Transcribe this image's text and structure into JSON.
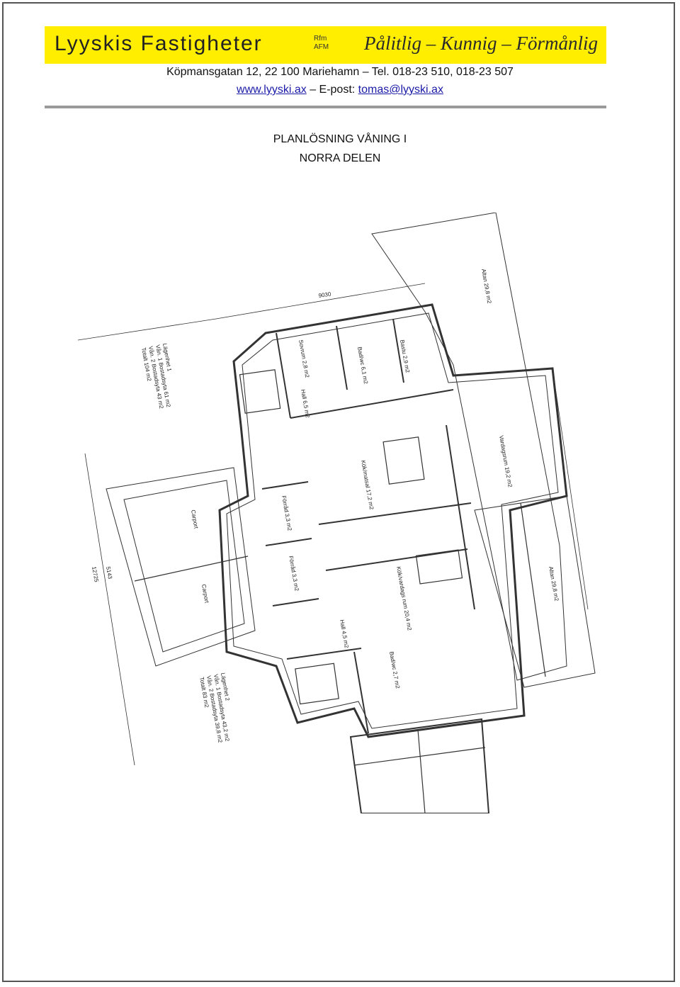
{
  "header": {
    "logo_text": "Lyyskis Fastigheter",
    "rfm_line1": "Rfm",
    "rfm_line2": "AFM",
    "slogan": "Pålitlig – Kunnig – Förmånlig",
    "address": "Köpmansgatan 12, 22 100 Mariehamn – Tel. 018-23 510, 018-23 507",
    "website": "www.lyyski.ax",
    "email_label": "– E-post:",
    "email": "tomas@lyyski.ax"
  },
  "document": {
    "title_line1": "PLANLÖSNING VÅNING I",
    "title_line2": "NORRA DELEN"
  },
  "plan": {
    "labels": {
      "altan_top": "Altan 29,8 m2",
      "altan_right": "Altan 29,8 m2",
      "vardagsrum": "Vardagsrum 19,2 m2",
      "kok_matsal": "Kök/matsal 17,2 m2",
      "kok_vardagsrum": "Kök/vardags rum 20,4 m2",
      "carport1": "Carport",
      "carport2": "Carport",
      "forrad1": "Förråd 3,3 m2",
      "forrad2": "Förråd 3,3 m2",
      "hall1": "Hall 6,5 m2",
      "hall2": "Hall 4,5 m2",
      "bad1": "Bad/wc 6,1 m2",
      "bad2": "Bad/wc 2,7 m2",
      "bastu": "Bastu 2,9 m2",
      "sov1": "Sovrum 2,8 m2",
      "lagenhet1": "Lägenhet 1",
      "lagenhet1_v1": "Vån. 1 Bostadsyta 61 m2",
      "lagenhet1_v2": "Vån. 2 Bostadsyta 43 m2",
      "lagenhet1_tot": "Totalt 104 m2",
      "lagenhet2": "Lägenhet 2",
      "lagenhet2_v1": "Vån. 1 Bostadsyta 43,2 m2",
      "lagenhet2_v2": "Vån. 2 Bostadsyta 39,8 m2",
      "lagenhet2_tot": "Totalt 83 m2",
      "dim_total": "12725",
      "dim_side": "5143",
      "dim_top": "9030"
    }
  },
  "colors": {
    "banner": "#ffee00",
    "link": "#1a1aa8",
    "rule": "#999999"
  }
}
